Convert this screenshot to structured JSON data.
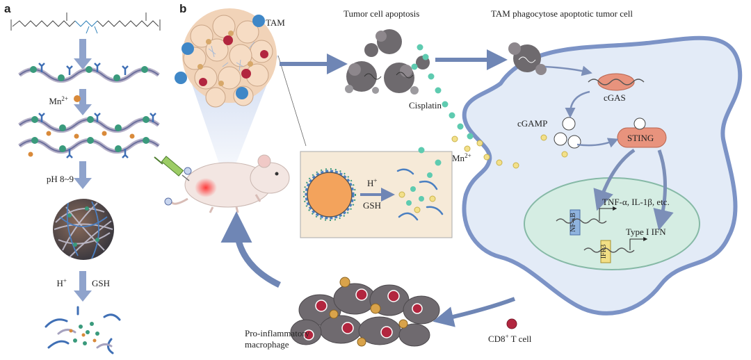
{
  "panel_a": {
    "label": "a",
    "mn_label": "Mn",
    "mn_sup": "2+",
    "ph_label": "pH 8~9",
    "h_label": "H",
    "h_sup": "+",
    "gsh_label": "GSH"
  },
  "panel_b": {
    "label": "b",
    "tam_label": "TAM",
    "apoptosis_title": "Tumor cell apoptosis",
    "phagocytose_title": "TAM phagocytose apoptotic tumor cell",
    "cisplatin_label": "Cisplatin",
    "mn_label": "Mn",
    "mn_sup": "2+",
    "inset_h_label": "H",
    "inset_h_sup": "+",
    "inset_gsh_label": "GSH",
    "cgas_label": "cGAS",
    "cgamp_label": "cGAMP",
    "sting_label": "STING",
    "nfkb_label": "NF-κB",
    "irf3_label": "IFR3",
    "cytokines_label": "TNF-α, IL-1β, etc.",
    "ifn_label": "Type I IFN",
    "macrophage_label_line1": "Pro-inflammatory",
    "macrophage_label_line2": "macrophage",
    "cd8_label": "CD8",
    "cd8_sup": "+",
    "cd8_suffix": " T cell"
  },
  "colors": {
    "arrow_blue": "#6f86b5",
    "membrane_blue": "#7c93c6",
    "cell_fill": "#e3ebf7",
    "nucleus_fill": "#d5ede3",
    "cisplatin_green": "#5ecbb0",
    "mn_yellow": "#f3e08a",
    "sting_orange": "#e8937d",
    "nanoparticle_orange": "#f3a35c",
    "inset_bg": "#f6ead8",
    "tcell_red": "#b2263f"
  }
}
